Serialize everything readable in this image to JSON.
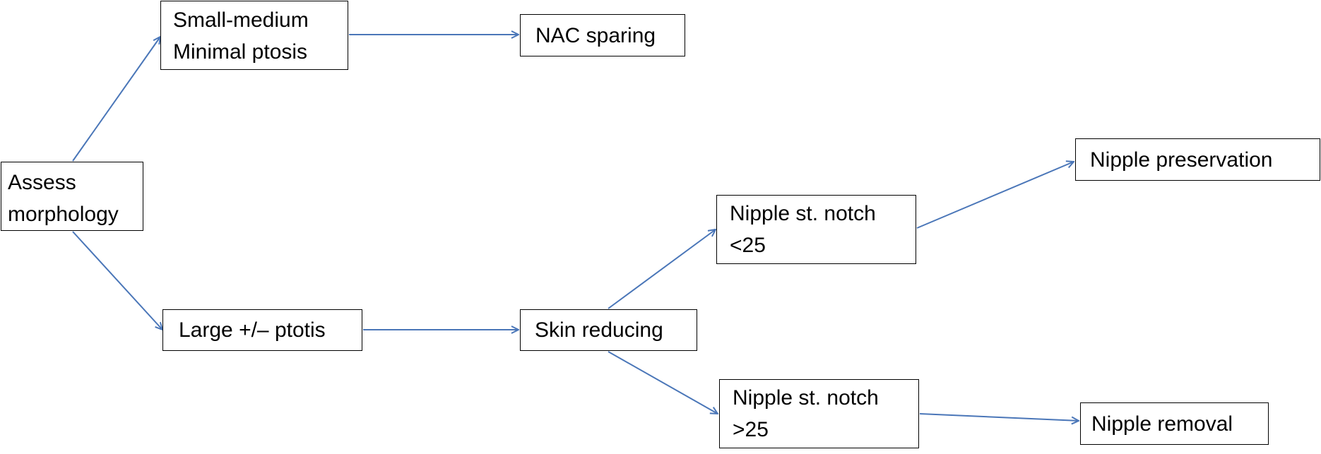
{
  "nodes": {
    "assess": [
      "Assess",
      "morphology"
    ],
    "small": [
      "Small-medium",
      "Minimal ptosis"
    ],
    "nac": [
      "NAC sparing"
    ],
    "large": [
      "Large +/– ptotis"
    ],
    "skin": [
      "Skin reducing"
    ],
    "lt25": [
      "Nipple st. notch",
      "<25"
    ],
    "gt25": [
      "Nipple st. notch",
      ">25"
    ],
    "pres": [
      "Nipple preservation"
    ],
    "rem": [
      "Nipple removal"
    ]
  },
  "edges": [
    {
      "from": "assess",
      "to": "small"
    },
    {
      "from": "assess",
      "to": "large"
    },
    {
      "from": "small",
      "to": "nac"
    },
    {
      "from": "large",
      "to": "skin"
    },
    {
      "from": "skin",
      "to": "lt25"
    },
    {
      "from": "skin",
      "to": "gt25"
    },
    {
      "from": "lt25",
      "to": "pres"
    },
    {
      "from": "gt25",
      "to": "rem"
    }
  ],
  "colors": {
    "arrow": "#4a76b8",
    "box_border": "#000000"
  }
}
